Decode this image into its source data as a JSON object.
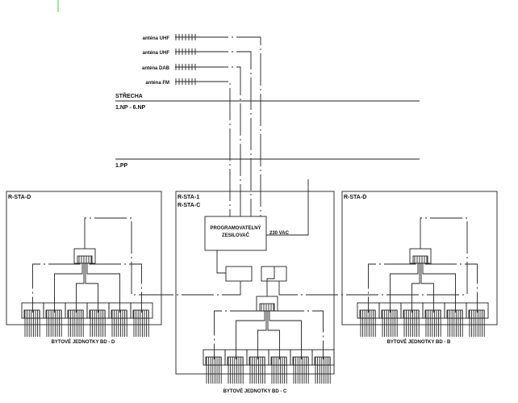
{
  "antennas": [
    {
      "label": "anténa UHF"
    },
    {
      "label": "anténa UHF"
    },
    {
      "label": "anténa DAB"
    },
    {
      "label": "anténa FM"
    }
  ],
  "levels": {
    "roof": "STŘECHA",
    "floors": "1.NP - 6.NP",
    "basement": "1.PP"
  },
  "center_block": {
    "title1": "R-STA-1",
    "title2": "R-STA-C",
    "amplifier_line1": "PROGRAMOVATELNÝ",
    "amplifier_line2": "ZESILOVAČ",
    "power": "230 VAC",
    "units_label": "BYTOVÉ JEDNOTKY BD - C"
  },
  "left_block": {
    "title": "R-STA-D",
    "units_label": "BYTOVÉ JEDNOTKY BD - D"
  },
  "right_block": {
    "title": "R-STA-D",
    "units_label": "BYTOVÉ JEDNOTKY BD - B"
  },
  "colors": {
    "accent_mark": "#22cc44"
  }
}
